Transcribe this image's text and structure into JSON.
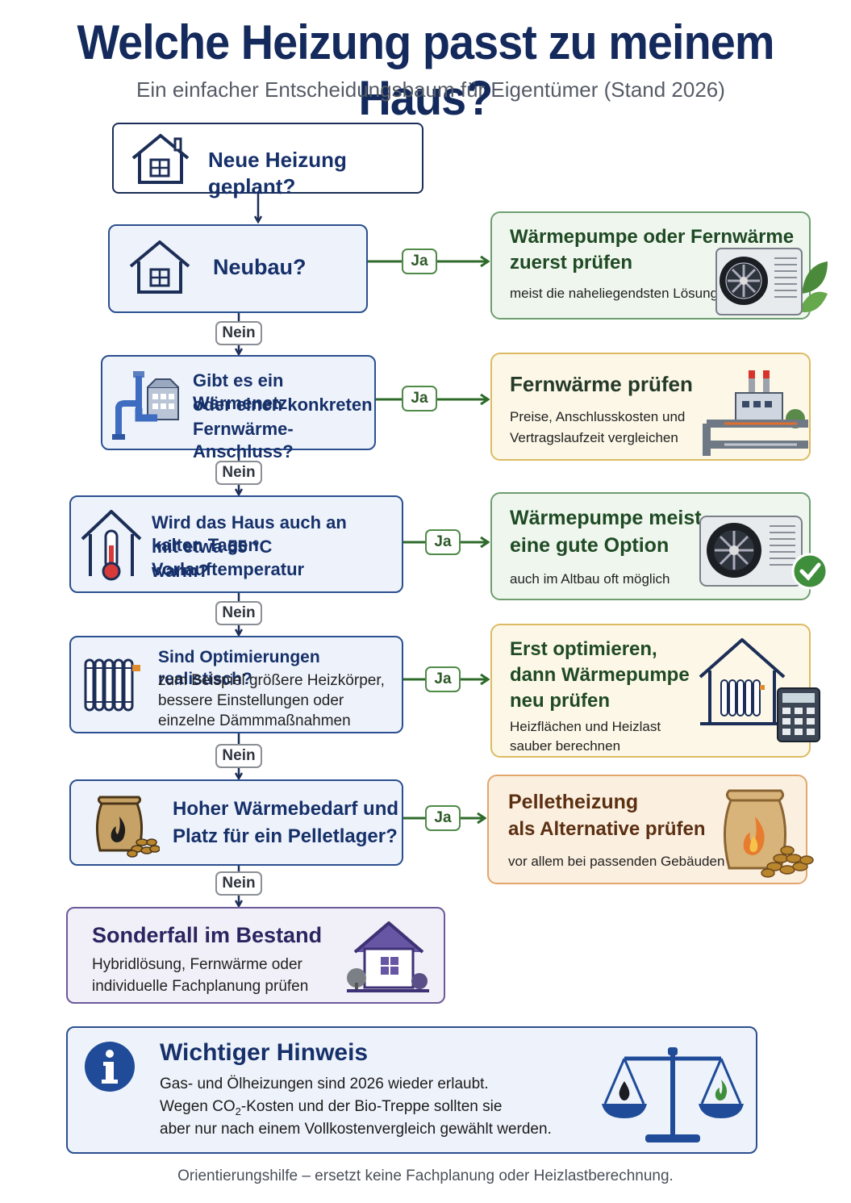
{
  "title": "Welche Heizung passt zu meinem Haus?",
  "subtitle": "Ein einfacher Entscheidungsbaum für Eigentümer (Stand 2026)",
  "edge_labels": {
    "yes": "Ja",
    "no": "Nein"
  },
  "start": {
    "text": "Neue Heizung geplant?",
    "icon": "house-icon"
  },
  "questions": [
    {
      "lines": [
        "Neubau?"
      ],
      "icon": "house-icon"
    },
    {
      "lines": [
        "Gibt es ein Wärmenetz",
        "oder einen konkreten",
        "Fernwärme-Anschluss?"
      ],
      "icon": "pipe-building-icon"
    },
    {
      "lines": [
        "Wird das Haus auch an kalten Tagen",
        "mit etwa 55 °C Vorlauftemperatur",
        "warm?"
      ],
      "icon": "house-thermometer-icon"
    },
    {
      "title": "Sind Optimierungen realistisch?",
      "lines": [
        "zum Beispiel größere Heizkörper,",
        "bessere Einstellungen oder",
        "einzelne Dämmmaßnahmen"
      ],
      "icon": "radiator-icon"
    },
    {
      "lines": [
        "Hoher Wärmebedarf und",
        "Platz für ein Pelletlager?"
      ],
      "icon": "pellet-sack-icon"
    }
  ],
  "results": [
    {
      "title_lines": [
        "Wärmepumpe oder Fernwärme",
        "zuerst prüfen"
      ],
      "desc_lines": [
        "meist die naheliegendsten Lösungen"
      ],
      "icon": "heat-pump-leaf-icon"
    },
    {
      "title_lines": [
        "Fernwärme prüfen"
      ],
      "desc_lines": [
        "Preise, Anschlusskosten und",
        "Vertragslaufzeit vergleichen"
      ],
      "icon": "district-heating-plant-icon"
    },
    {
      "title_lines": [
        "Wärmepumpe meist",
        "eine gute Option"
      ],
      "desc_lines": [
        "auch im Altbau oft möglich"
      ],
      "icon": "heat-pump-check-icon"
    },
    {
      "title_lines": [
        "Erst optimieren,",
        "dann Wärmepumpe",
        "neu prüfen"
      ],
      "desc_lines": [
        "Heizflächen und Heizlast",
        "sauber berechnen"
      ],
      "icon": "house-radiator-calculator-icon"
    },
    {
      "title_lines": [
        "Pelletheizung",
        "als Alternative prüfen"
      ],
      "desc_lines": [
        "vor allem bei passenden Gebäuden"
      ],
      "icon": "pellet-sack-icon"
    }
  ],
  "fallback": {
    "title": "Sonderfall im Bestand",
    "desc_lines": [
      "Hybridlösung, Fernwärme oder",
      "individuelle Fachplanung prüfen"
    ],
    "icon": "house-icon"
  },
  "hint": {
    "title": "Wichtiger Hinweis",
    "line1": "Gas- und Ölheizungen sind 2026 wieder erlaubt.",
    "line2_before": "Wegen CO",
    "line2_sub": "2",
    "line2_after": "-Kosten und der Bio-Treppe sollten sie",
    "line3": "aber nur nach einem Vollkostenvergleich gewählt werden.",
    "icons": [
      "info-icon",
      "balance-scale-icon"
    ]
  },
  "footer": "Orientierungshilfe – ersetzt keine Fachplanung oder Heizlastberechnung.",
  "colors": {
    "navy": "#142a5c",
    "green": "#2e6b2a",
    "yellow": "#dcbb62",
    "orange": "#e1a76c",
    "purple": "#5b4b8a"
  }
}
